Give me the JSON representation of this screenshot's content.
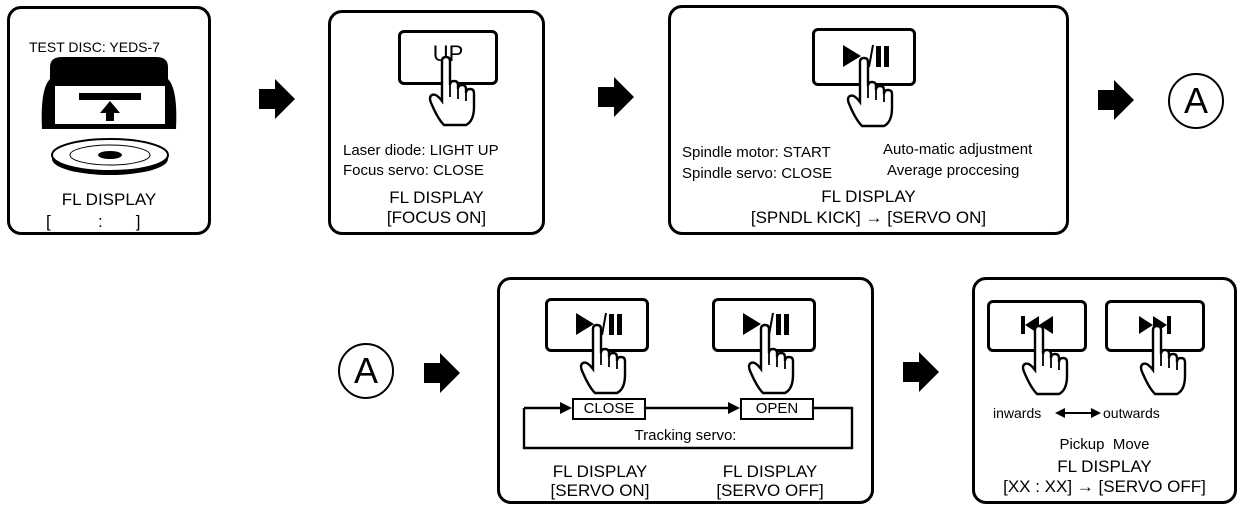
{
  "step1": {
    "test_disc": "TEST DISC: YEDS-7",
    "display_title": "FL DISPLAY",
    "display_value": "[          :       ]"
  },
  "step2": {
    "button_label": "UP",
    "line1": "Laser diode: LIGHT UP",
    "line2": "Focus servo: CLOSE",
    "display_title": "FL DISPLAY",
    "display_value": "[FOCUS ON]"
  },
  "step3": {
    "button_icon": "play-pause-icon",
    "line1": "Spindle motor: START",
    "line2": "Spindle servo: CLOSE",
    "note1": "Auto-matic adjustment",
    "note2": "Average proccesing",
    "display_title": "FL DISPLAY",
    "display_value": "[SPNDL KICK] → [SERVO ON]"
  },
  "connector": {
    "label": "A"
  },
  "step4": {
    "close_label": "CLOSE",
    "open_label": "OPEN",
    "tracking": "Tracking servo:",
    "display_title_left": "FL DISPLAY",
    "display_value_left": "[SERVO ON]",
    "display_title_right": "FL DISPLAY",
    "display_value_right": "[SERVO OFF]"
  },
  "step5": {
    "inwards": "inwards",
    "outwards": "outwards",
    "pickup": "Pickup  Move",
    "display_title": "FL DISPLAY",
    "display_value": "[XX : XX] → [SERVO OFF]"
  }
}
